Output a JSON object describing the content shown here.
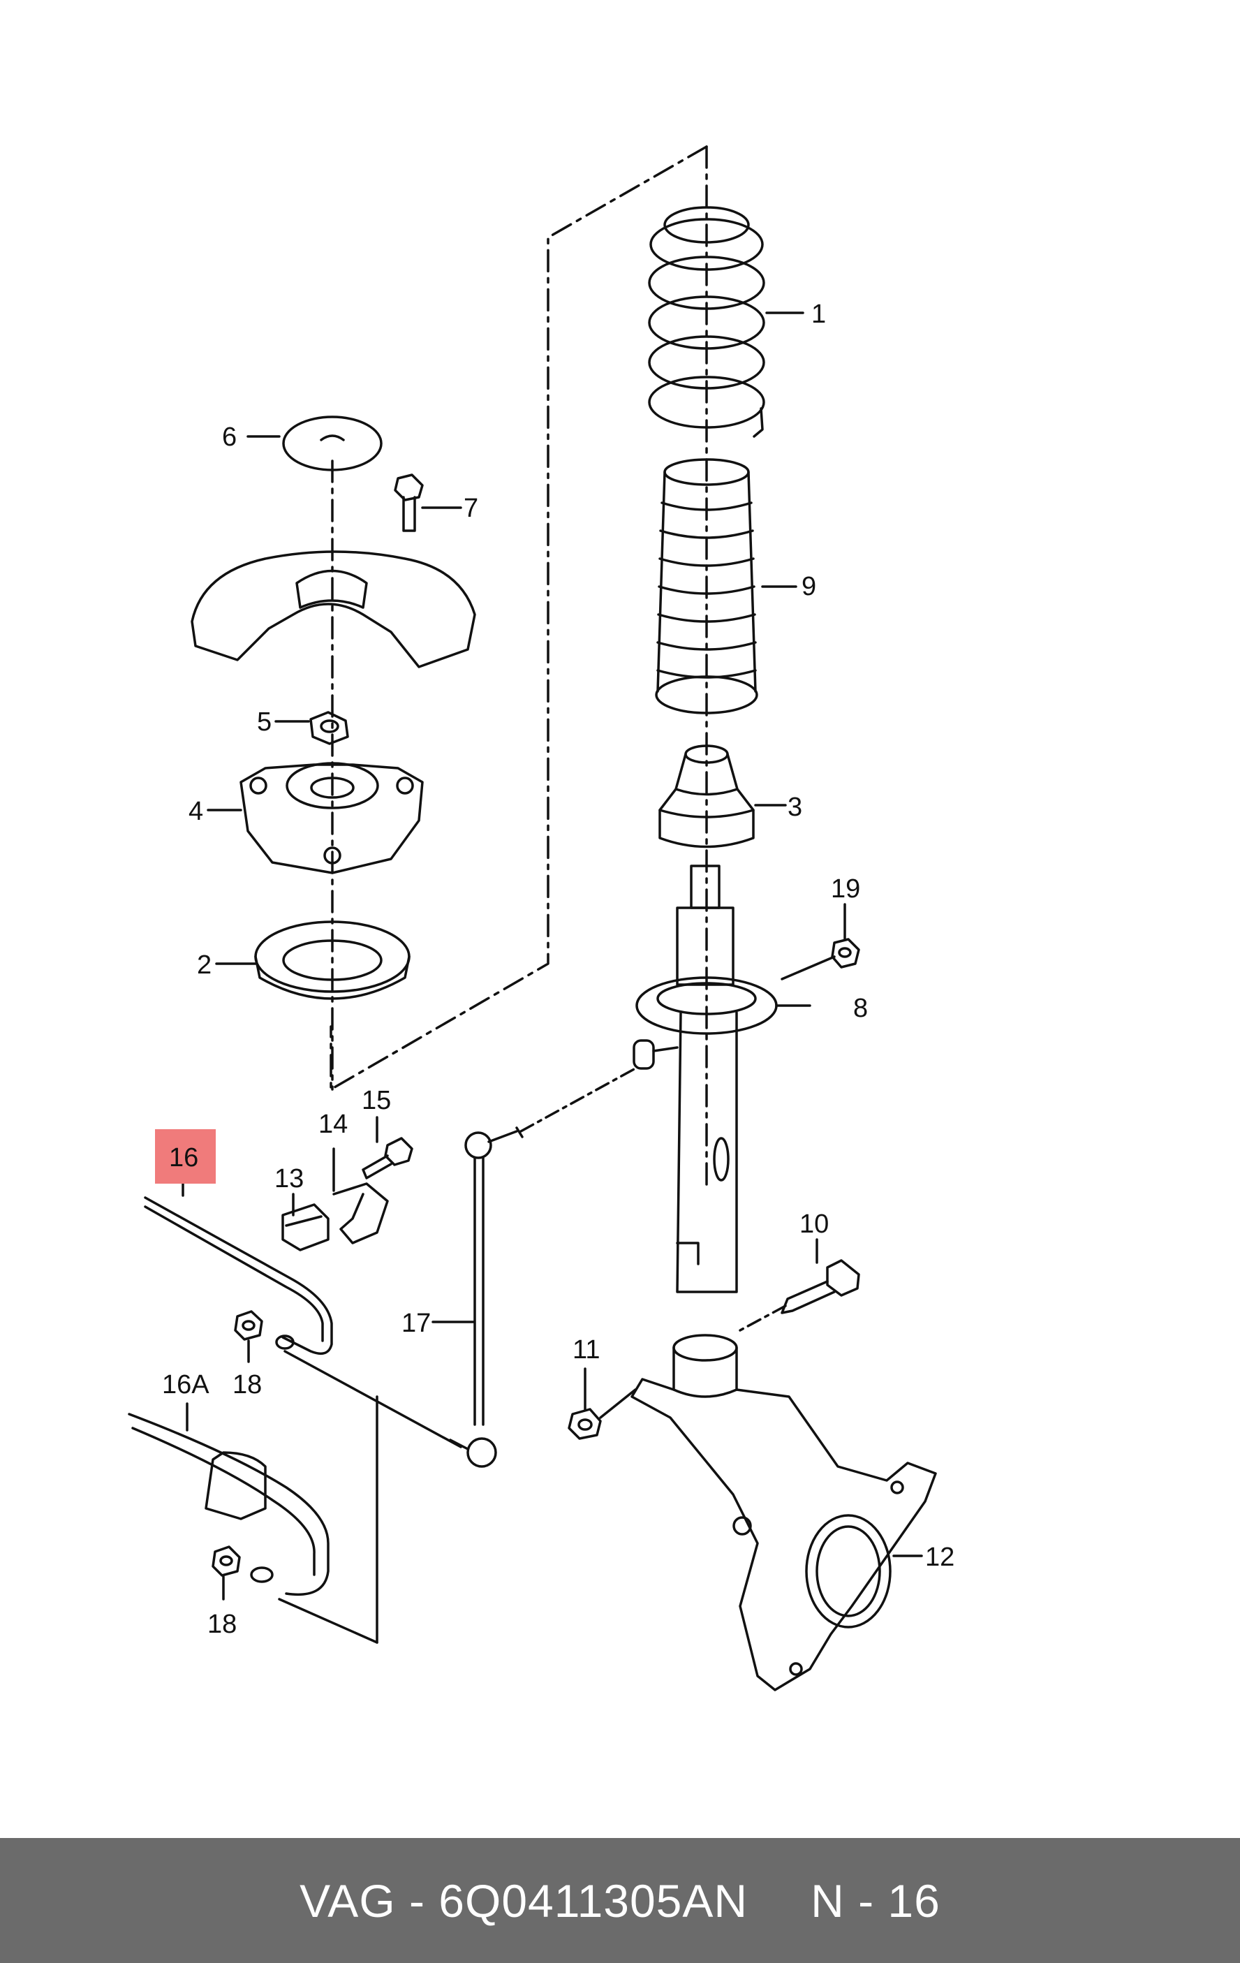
{
  "labels": {
    "l1": "1",
    "l2": "2",
    "l3": "3",
    "l4": "4",
    "l5": "5",
    "l6": "6",
    "l7": "7",
    "l8": "8",
    "l9": "9",
    "l10": "10",
    "l11": "11",
    "l12": "12",
    "l13": "13",
    "l14": "14",
    "l15": "15",
    "l16": "16",
    "l16a": "16A",
    "l17": "17",
    "l18a": "18",
    "l18b": "18",
    "l19": "19"
  },
  "highlight": {
    "label": "16",
    "color": "#f07b7b"
  },
  "footer": {
    "part_number": "VAG - 6Q0411305AN",
    "ref": "N - 16",
    "background": "#6b6b6b"
  }
}
